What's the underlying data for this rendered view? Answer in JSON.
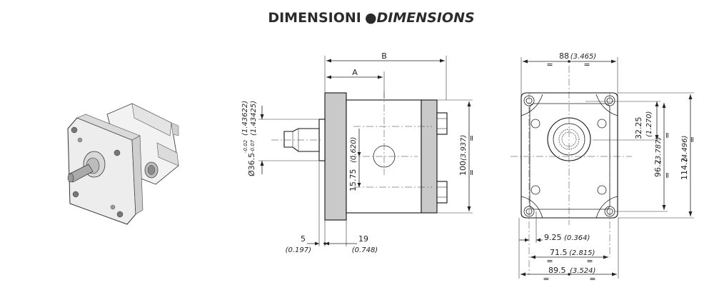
{
  "header": {
    "title_it": "DIMENSIONI",
    "separator": "●",
    "title_en": "DIMENSIONS"
  },
  "side_view": {
    "dim_A": "A",
    "dim_B": "B",
    "shaft_diameter": "Ø36.5",
    "shaft_tol_upper": "-0.02",
    "shaft_tol_lower": "-0.07",
    "shaft_inch_max": "(1.43622)",
    "shaft_inch_min": "(1.43425)",
    "port_height": "15.75",
    "port_height_inch": "(0.620)",
    "body_height": "100",
    "body_height_inch": "(3.937)",
    "flange_thickness": "5",
    "flange_thickness_inch": "(0.197)",
    "shaft_length": "19",
    "shaft_length_inch": "(0.748)"
  },
  "front_view": {
    "top_width": "88",
    "top_width_inch": "(3.465)",
    "upper_offset": "32.25",
    "upper_offset_inch": "(1.270)",
    "hole_spacing_v": "96.2",
    "hole_spacing_v_inch": "(3.787)",
    "overall_height": "114.2",
    "overall_height_inch": "(4.496)",
    "hole_offset": "9.25",
    "hole_offset_inch": "(0.364)",
    "hole_spacing_h": "71.5",
    "hole_spacing_h_inch": "(2.815)",
    "overall_width": "89.5",
    "overall_width_inch": "(3.524)"
  },
  "colors": {
    "flange": "#c9c9c9",
    "body": "#ffffff",
    "cover": "#c9c9c9",
    "ink": "#222222"
  }
}
